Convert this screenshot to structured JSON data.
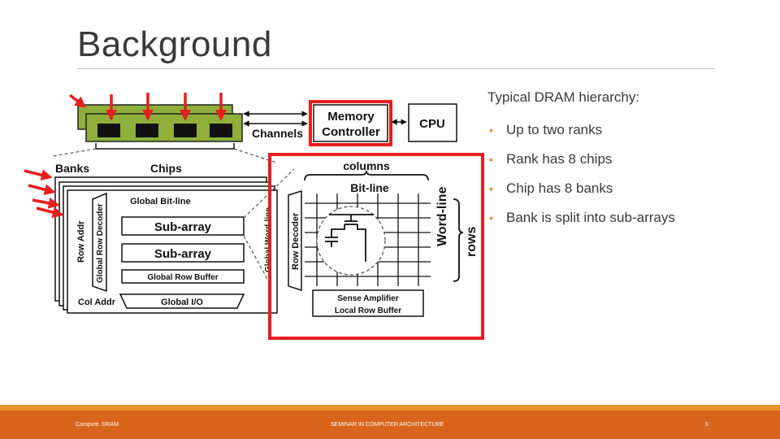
{
  "slide": {
    "title": "Background",
    "intro": "Typical DRAM hierarchy:",
    "bullets": [
      "Up to two ranks",
      "Rank has 8 chips",
      "Chip has 8 banks",
      "Bank is split into sub-arrays"
    ]
  },
  "diagram": {
    "memory_controller": [
      "Memory",
      "Controller"
    ],
    "cpu": "CPU",
    "channels": "Channels",
    "banks": "Banks",
    "chips": "Chips",
    "columns": "columns",
    "bit_line": "Bit-line",
    "word_line": "Word-line",
    "rows": "rows",
    "row_decoder": "Row Decoder",
    "global_bit_line": "Global Bit-line",
    "global_word_line": "Global Word-line",
    "row_addr": "Row Addr",
    "global_row_decoder": "Global Row Decoder",
    "sub_array_1": "Sub-array",
    "sub_array_2": "Sub-array",
    "global_row_buffer": "Global Row Buffer",
    "col_addr": "Col Addr",
    "global_io": "Global I/O",
    "sense_amplifier": "Sense Amplifier",
    "local_row_buffer": "Local Row Buffer"
  },
  "footer": {
    "left": "Compute. DRAM",
    "center": "SEMINAR IN COMPUTER ARCHITECTURE",
    "page": "5"
  },
  "colors": {
    "accent_red": "#e51f1f",
    "footer_orange": "#d8651b",
    "footer_stripe": "#e9902c",
    "module_green": "#8fae3a"
  }
}
